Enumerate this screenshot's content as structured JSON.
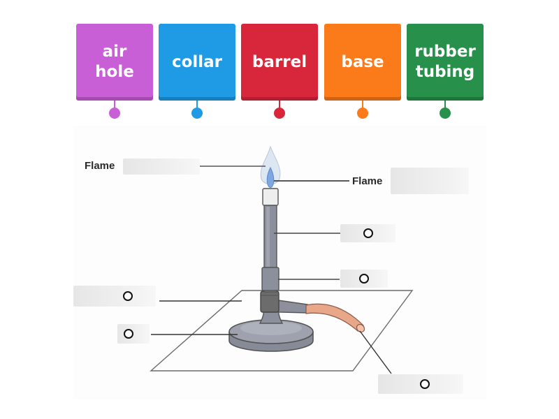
{
  "tiles": [
    {
      "label": "air\nhole",
      "color": "#c85fd6"
    },
    {
      "label": "collar",
      "color": "#1f9be6"
    },
    {
      "label": "barrel",
      "color": "#d8263b"
    },
    {
      "label": "base",
      "color": "#fb7b1b"
    },
    {
      "label": "rubber\ntubing",
      "color": "#27904a"
    }
  ],
  "diagram": {
    "flame_label_left": "Flame",
    "flame_label_right": "Flame"
  },
  "colors": {
    "outline": "#555555",
    "burner_fill": "#8c8f9c",
    "burner_light": "#a9acb8",
    "tube": "#e9a78a"
  }
}
